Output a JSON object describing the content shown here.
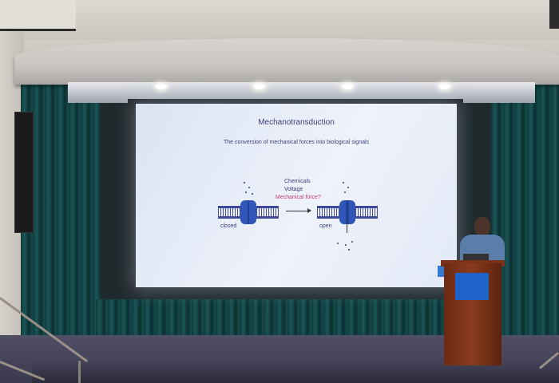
{
  "slide": {
    "title": "Mechanotransduction",
    "subtitle": "The conversion of mechanical forces into biological signals",
    "stimuli": [
      "Chemicals",
      "Voltage",
      "Mechanical force?"
    ],
    "state_closed": "closed",
    "state_open": "open"
  },
  "colors": {
    "slide_text": "#3a3f73",
    "highlight": "#c23a73",
    "channel": "#2f56b8",
    "curtain": "#1c5557",
    "podium": "#8a3b1e",
    "podium_sign": "#1f63c9"
  }
}
